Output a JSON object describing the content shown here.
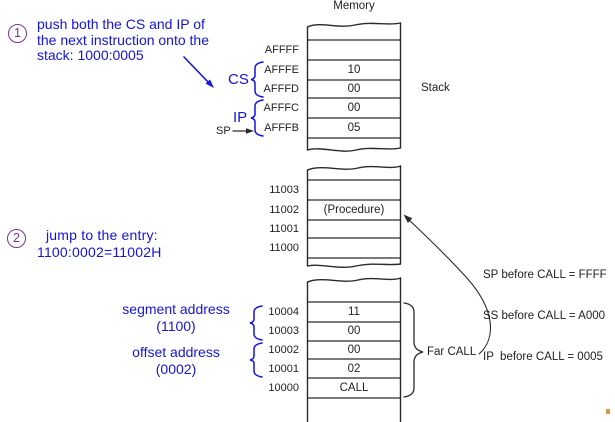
{
  "colors": {
    "blue": "#1414dd",
    "purple": "#7b3098",
    "ink": "#1f1f1f",
    "line": "#2a2a2a"
  },
  "title": "Memory",
  "stack_label": "Stack",
  "steps": {
    "step1": {
      "badge": "1",
      "line1": "push both the CS and IP of",
      "line2": "the next instruction onto the",
      "line3": "stack: 1000:0005"
    },
    "step2": {
      "badge": "2",
      "line1": "jump to the entry:",
      "line2": "1100:0002=11002H"
    }
  },
  "register_labels": {
    "cs": "CS",
    "ip": "IP",
    "sp": "SP"
  },
  "memory": {
    "stack_section": {
      "rows": [
        {
          "addr": "AFFFF",
          "val": ""
        },
        {
          "addr": "AFFFE",
          "val": "10"
        },
        {
          "addr": "AFFFD",
          "val": "00"
        },
        {
          "addr": "AFFFC",
          "val": "00"
        },
        {
          "addr": "AFFFB",
          "val": "05"
        }
      ]
    },
    "procedure_section": {
      "rows": [
        {
          "addr": "11003",
          "val": ""
        },
        {
          "addr": "11002",
          "val": "(Procedure)"
        },
        {
          "addr": "11001",
          "val": ""
        },
        {
          "addr": "11000",
          "val": ""
        }
      ]
    },
    "call_section": {
      "rows": [
        {
          "addr": "10004",
          "val": "11"
        },
        {
          "addr": "10003",
          "val": "00"
        },
        {
          "addr": "10002",
          "val": "00"
        },
        {
          "addr": "10001",
          "val": "02"
        },
        {
          "addr": "10000",
          "val": "CALL"
        }
      ]
    }
  },
  "annotations": {
    "segment_address_line1": "segment address",
    "segment_address_line2": "(1100)",
    "offset_address_line1": "offset address",
    "offset_address_line2": "(0002)",
    "far_call": "Far CALL",
    "registers_before": [
      "SP before CALL = FFFF",
      "SS before CALL = A000",
      "IP  before CALL = 0005"
    ]
  }
}
